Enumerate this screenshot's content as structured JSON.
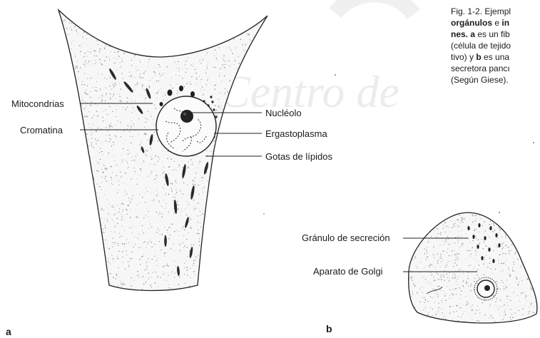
{
  "watermark": "Centro de",
  "caption": {
    "line1": {
      "num": "Fig. 1-2. Ejempl"
    },
    "line2": {
      "b1": "orgánulos",
      "t1": " e ",
      "b2": "in"
    },
    "line3": {
      "b1": "nes. a",
      "t1": " es un fib"
    },
    "line4": {
      "t1": "(célula de tejido"
    },
    "line5": {
      "t1": "tivo) y ",
      "b1": "b",
      "t2": " es una"
    },
    "line6": {
      "t1": "secretora pancı"
    },
    "line7": {
      "t1": "(Según Giese)."
    }
  },
  "labels": {
    "mitocondrias": "Mitocondrias",
    "cromatina": "Cromatina",
    "nucleolo": "Nucléolo",
    "ergastoplasma": "Ergastoplasma",
    "gotas": "Gotas de lípidos",
    "granulo": "Gránulo de secreción",
    "golgi": "Aparato de Golgi"
  },
  "panels": {
    "a": "a",
    "b": "b"
  },
  "colors": {
    "ink": "#1a1a1a",
    "stipple": "#8a8a8a",
    "watermark": "#ececec"
  }
}
